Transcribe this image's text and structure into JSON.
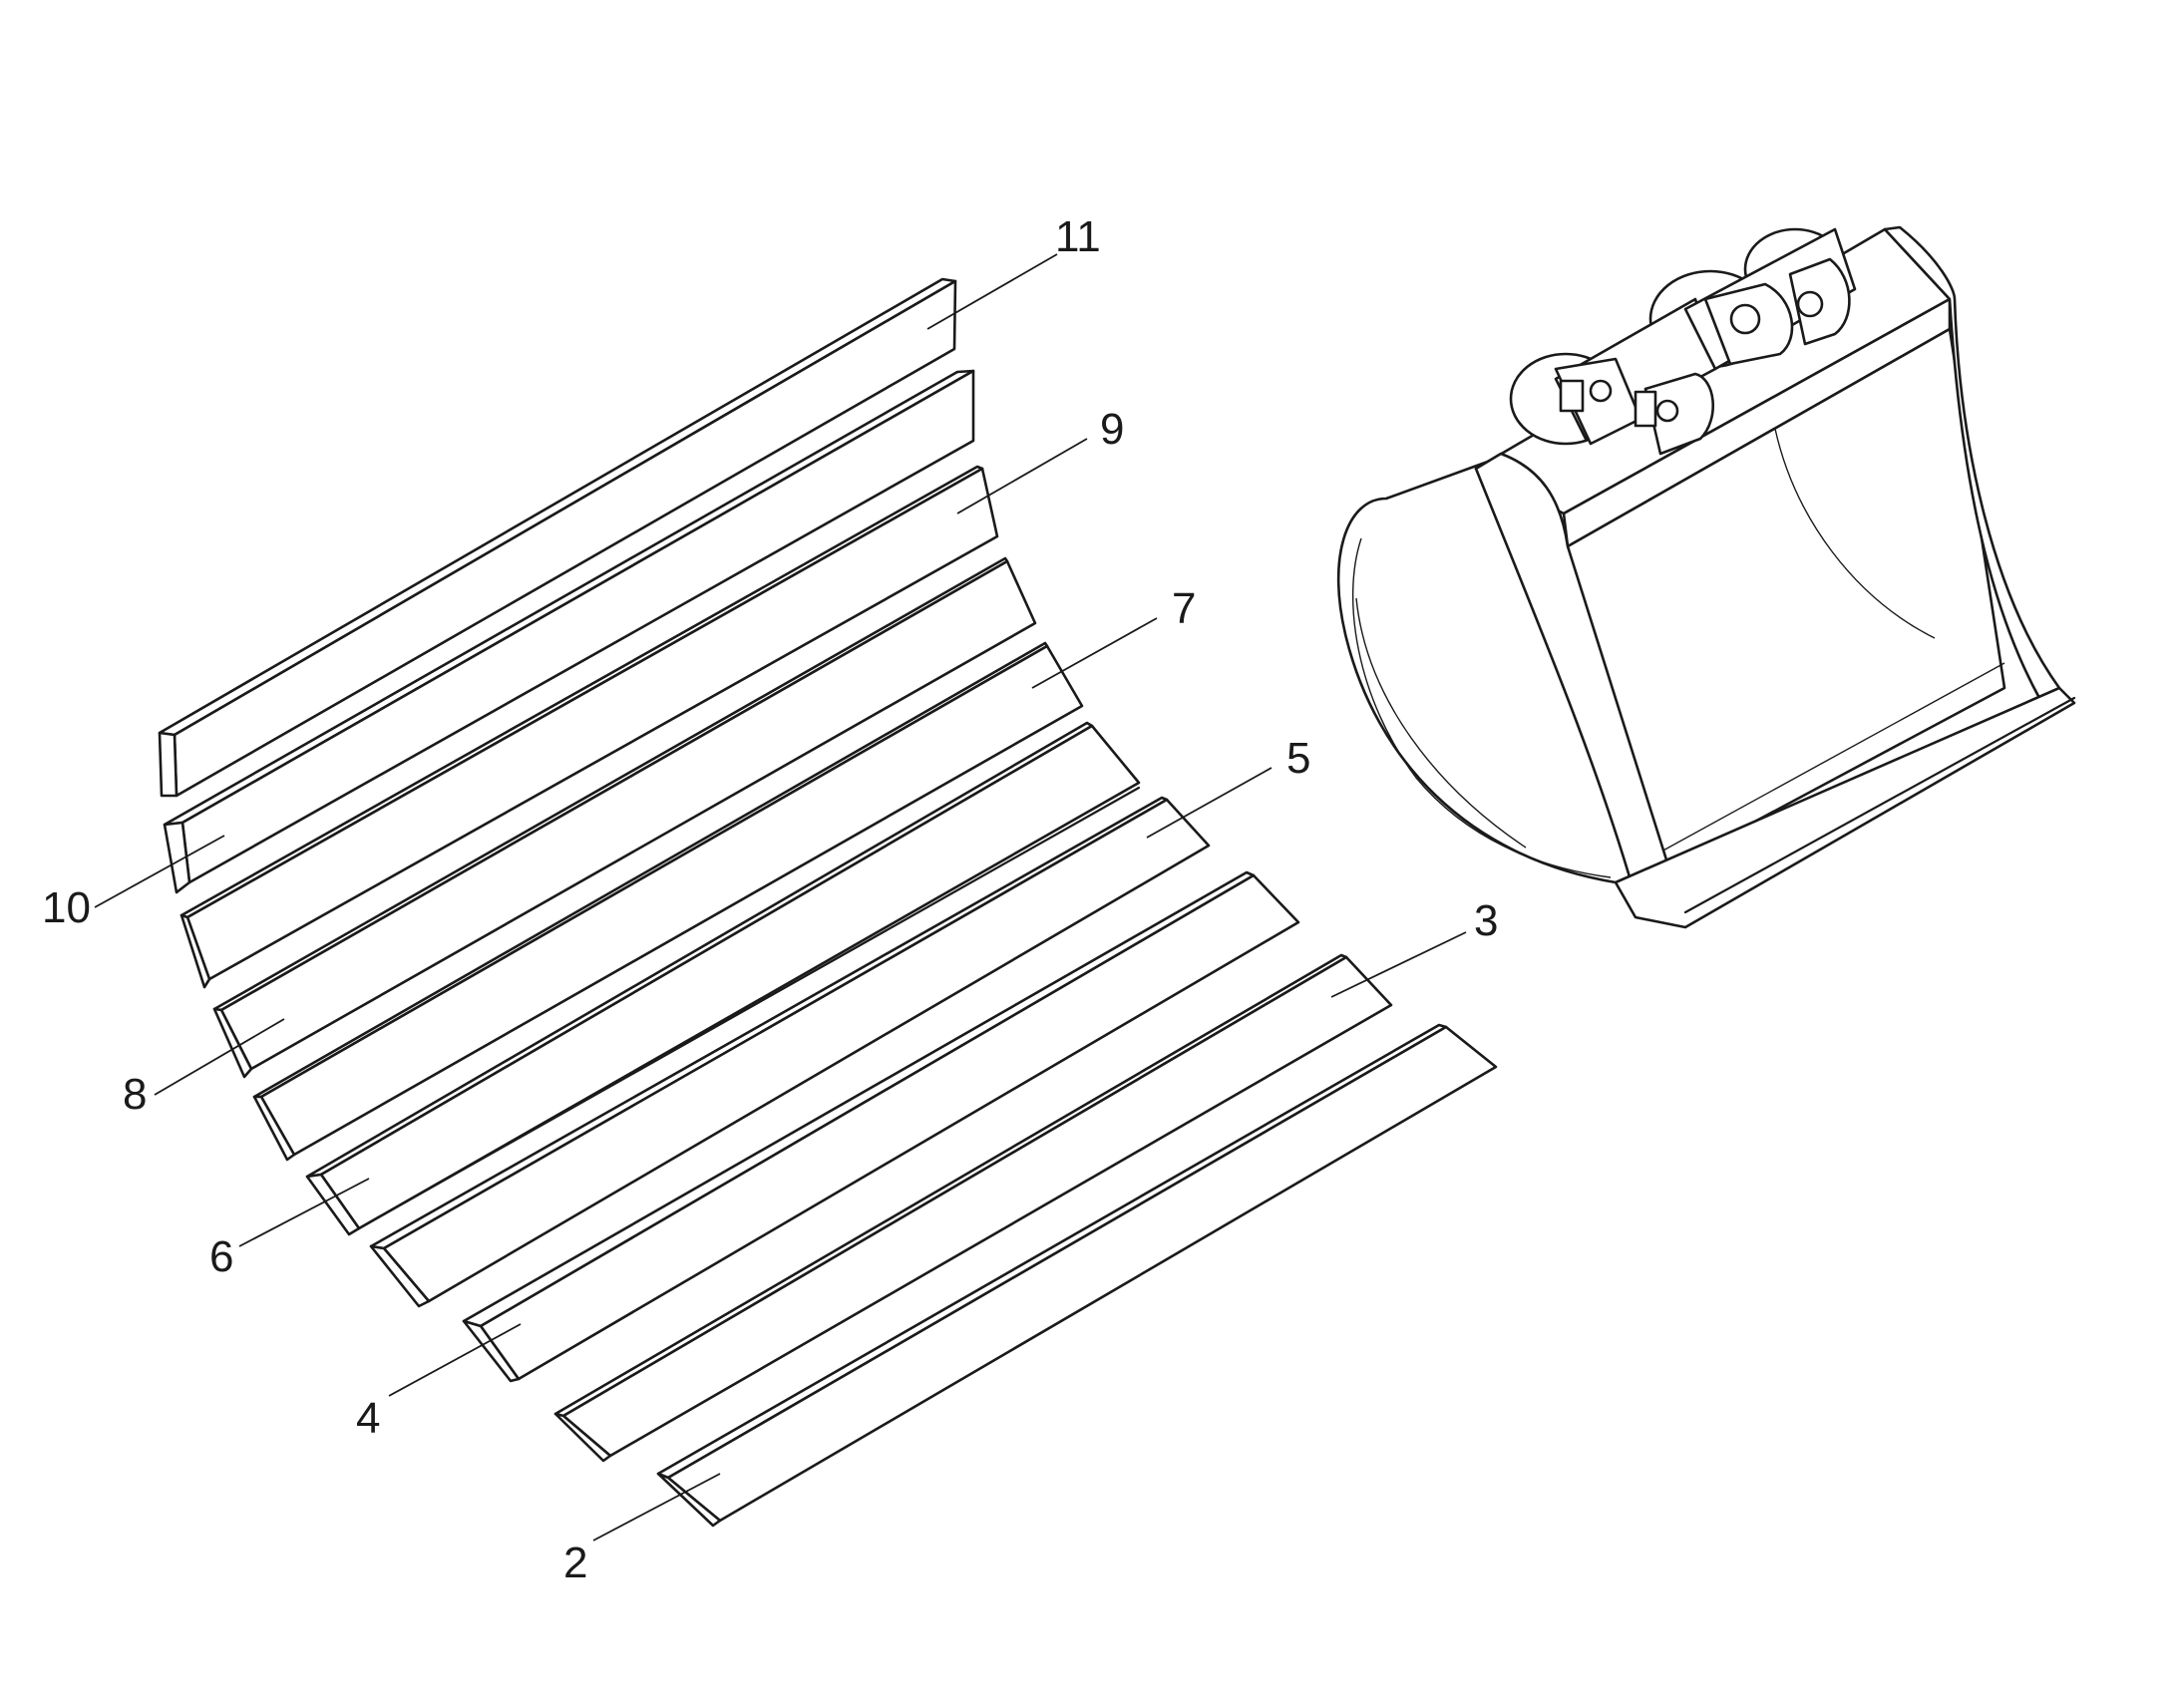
{
  "parts": [
    {
      "id": "part-2",
      "label": "2"
    },
    {
      "id": "part-3",
      "label": "3"
    },
    {
      "id": "part-4",
      "label": "4"
    },
    {
      "id": "part-5",
      "label": "5"
    },
    {
      "id": "part-6",
      "label": "6"
    },
    {
      "id": "part-7",
      "label": "7"
    },
    {
      "id": "part-8",
      "label": "8"
    },
    {
      "id": "part-9",
      "label": "9"
    },
    {
      "id": "part-10",
      "label": "10"
    },
    {
      "id": "part-11",
      "label": "11"
    }
  ],
  "colors": {
    "line": "#1a1a1a",
    "background": "#ffffff"
  }
}
